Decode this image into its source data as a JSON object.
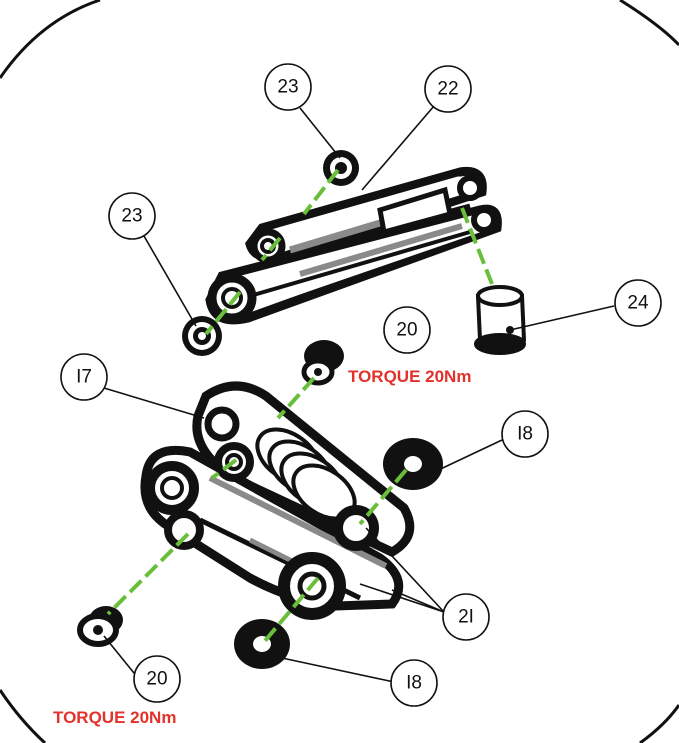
{
  "colors": {
    "accent_green": "#6abf3a",
    "torque_red": "#e4312b",
    "line": "#111111",
    "part_grey": "#8a8a8a"
  },
  "callouts": {
    "c23_top": "23",
    "c22": "22",
    "c23_left": "23",
    "c24": "24",
    "c20_top": "20",
    "c17": "I7",
    "c18_right": "I8",
    "c21": "2I",
    "c18_bottom": "I8",
    "c20_bottom": "20"
  },
  "torque": {
    "top": "TORQUE 20Nm",
    "bottom": "TORQUE 20Nm"
  }
}
